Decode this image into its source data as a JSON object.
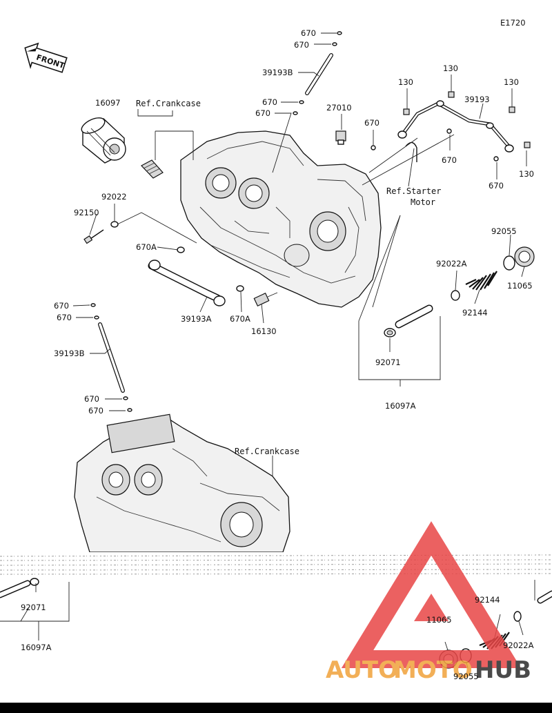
{
  "diagram_code": "E1720",
  "front_label": "FRONT",
  "watermark": {
    "text_auto": "AUTO",
    "text_moto": "MOTO",
    "text_hub": "HUB",
    "color_red": "#e84646",
    "color_orange": "#f0a23a",
    "color_gray": "#2b2b2b"
  },
  "references": [
    {
      "id": "ref-crankcase-1",
      "text": "Ref.Crankcase"
    },
    {
      "id": "ref-starter-motor-1",
      "text": "Ref.Starter"
    },
    {
      "id": "ref-starter-motor-2",
      "text": "Motor"
    },
    {
      "id": "ref-crankcase-2",
      "text": "Ref.Crankcase"
    }
  ],
  "callouts": [
    {
      "id": "c-670-top1",
      "text": "670"
    },
    {
      "id": "c-670-top2",
      "text": "670"
    },
    {
      "id": "c-39193b-top",
      "text": "39193B"
    },
    {
      "id": "c-670-top3",
      "text": "670"
    },
    {
      "id": "c-670-top4",
      "text": "670"
    },
    {
      "id": "c-27010",
      "text": "27010"
    },
    {
      "id": "c-130-a",
      "text": "130"
    },
    {
      "id": "c-130-b",
      "text": "130"
    },
    {
      "id": "c-39193",
      "text": "39193"
    },
    {
      "id": "c-130-c",
      "text": "130"
    },
    {
      "id": "c-670-r1",
      "text": "670"
    },
    {
      "id": "c-670-r2",
      "text": "670"
    },
    {
      "id": "c-670-r3",
      "text": "670"
    },
    {
      "id": "c-130-d",
      "text": "130"
    },
    {
      "id": "c-16097",
      "text": "16097"
    },
    {
      "id": "c-92022",
      "text": "92022"
    },
    {
      "id": "c-92150",
      "text": "92150"
    },
    {
      "id": "c-670a-1",
      "text": "670A"
    },
    {
      "id": "c-92055",
      "text": "92055"
    },
    {
      "id": "c-92022a",
      "text": "92022A"
    },
    {
      "id": "c-11065",
      "text": "11065"
    },
    {
      "id": "c-92144",
      "text": "92144"
    },
    {
      "id": "c-39193a",
      "text": "39193A"
    },
    {
      "id": "c-670a-2",
      "text": "670A"
    },
    {
      "id": "c-16130",
      "text": "16130"
    },
    {
      "id": "c-92071",
      "text": "92071"
    },
    {
      "id": "c-16097a",
      "text": "16097A"
    },
    {
      "id": "c-670-l1",
      "text": "670"
    },
    {
      "id": "c-670-l2",
      "text": "670"
    },
    {
      "id": "c-39193b-low",
      "text": "39193B"
    },
    {
      "id": "c-670-l3",
      "text": "670"
    },
    {
      "id": "c-670-l4",
      "text": "670"
    },
    {
      "id": "c-92071-bot",
      "text": "92071"
    },
    {
      "id": "c-16097a-bot",
      "text": "16097A"
    },
    {
      "id": "c-92144-bot",
      "text": "92144"
    },
    {
      "id": "c-11065-bot",
      "text": "11065"
    },
    {
      "id": "c-92022a-bot",
      "text": "92022A"
    },
    {
      "id": "c-92055-bot",
      "text": "92055"
    }
  ]
}
